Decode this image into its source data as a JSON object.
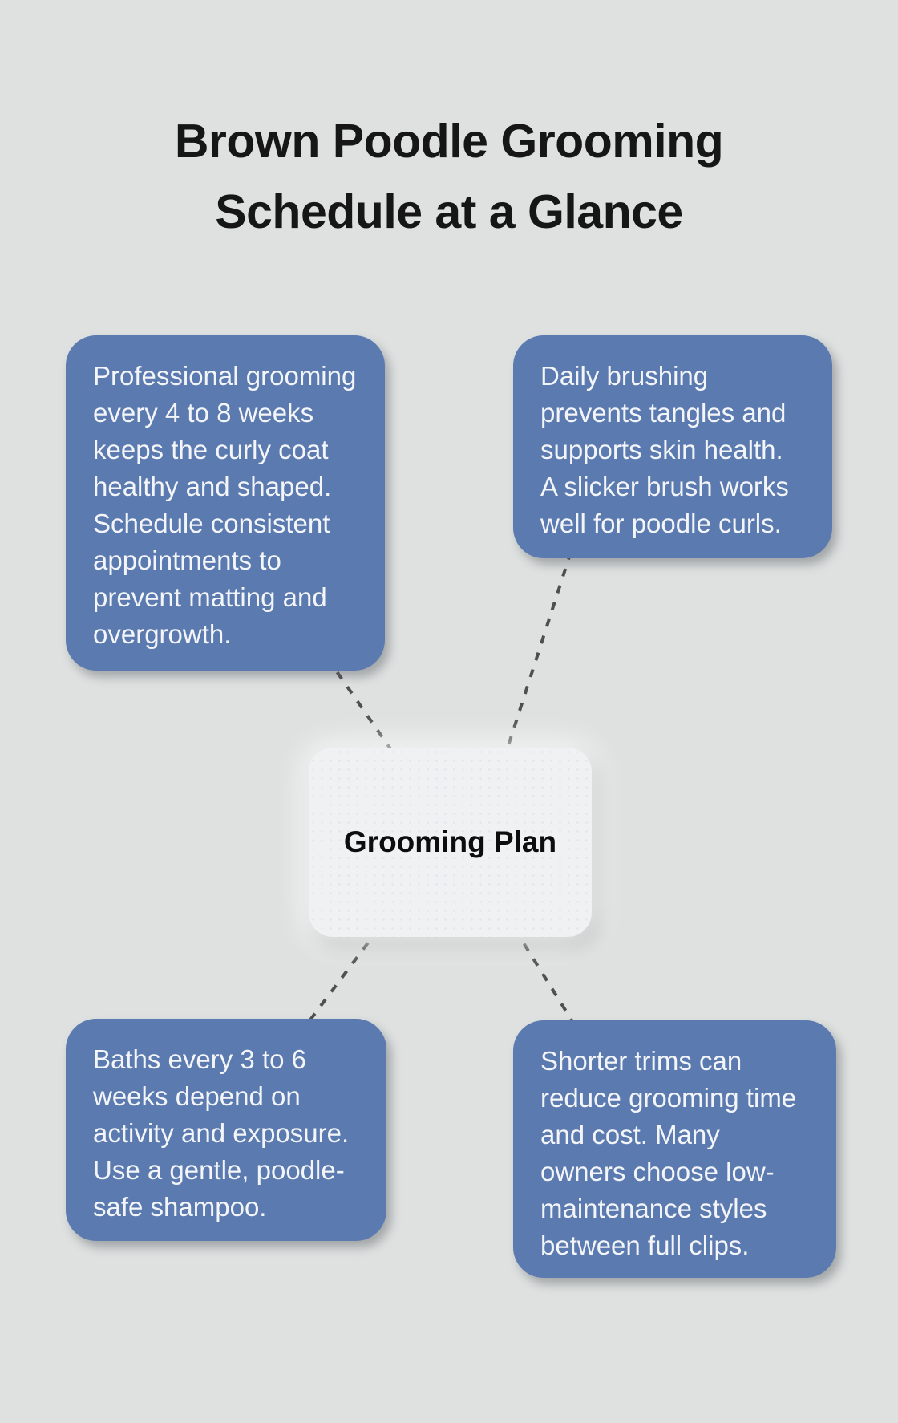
{
  "title": "Brown Poodle Grooming\nSchedule at a Glance",
  "center": {
    "label": "Grooming Plan"
  },
  "cards": [
    {
      "position": "top-left",
      "text": "Professional grooming\nevery 4 to 8 weeks\nkeeps the curly coat\nhealthy and shaped.\nSchedule consistent\nappointments to\nprevent matting and\novergrowth."
    },
    {
      "position": "top-right",
      "text": "Daily brushing\nprevents tangles and\nsupports skin health.\nA slicker brush works\nwell for poodle curls."
    },
    {
      "position": "bottom-left",
      "text": "Baths every 3 to 6\nweeks depend on\nactivity and exposure.\nUse a gentle, poodle-\nsafe shampoo."
    },
    {
      "position": "bottom-right",
      "text": "Shorter trims can\nreduce grooming time\nand cost. Many\nowners choose low-\nmaintenance styles\nbetween full clips."
    }
  ],
  "colors": {
    "background": "#dee1e0",
    "card_fill": "#5b7ab0",
    "card_text": "#f3f5f8",
    "center_fill": "#f0f1f3",
    "center_text": "#0d0d0d",
    "connector": "#4f4f4f",
    "title_text": "#161616"
  }
}
